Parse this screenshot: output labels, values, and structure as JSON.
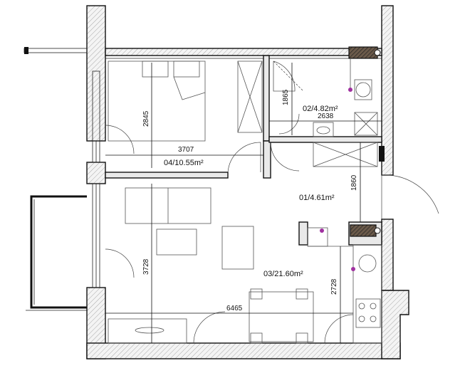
{
  "rooms": [
    {
      "id": "01",
      "label": "01/4.61m²"
    },
    {
      "id": "02",
      "label": "02/4.82m²"
    },
    {
      "id": "03",
      "label": "03/21.60m²"
    },
    {
      "id": "04",
      "label": "04/10.55m²"
    }
  ],
  "dimensions": {
    "bedroom_depth": "2845",
    "bedroom_width": "3707",
    "bath_depth": "1865",
    "bath_width": "2638",
    "hall_length": "1860",
    "living_depth": "3728",
    "living_width": "6465",
    "kitchen_depth": "2728"
  }
}
